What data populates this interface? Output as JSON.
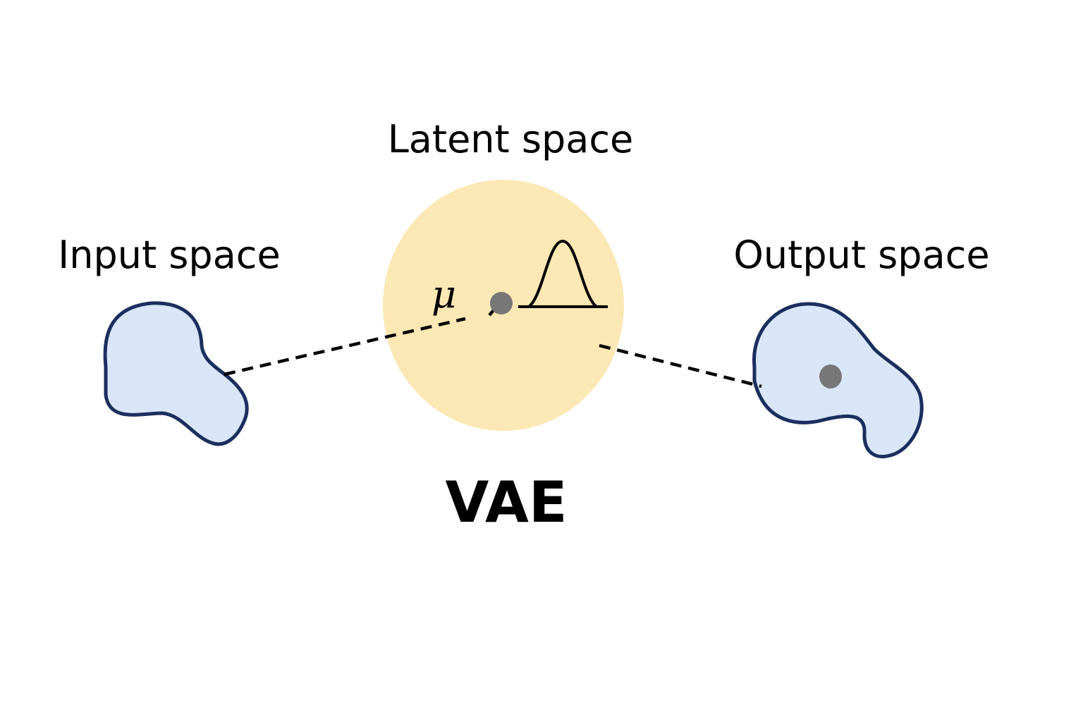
{
  "labels": {
    "latent_space": "Latent space",
    "input_space": "Input space",
    "output_space": "Output space",
    "model_name": "VAE",
    "mu_symbol": "μ"
  },
  "colors": {
    "background": "#ffffff",
    "latent_fill": "#fce8b4",
    "blob_fill": "#d9e6f8",
    "blob_stroke": "#1b2f5e",
    "point_fill": "#777777",
    "line_color": "#000000"
  },
  "icons": {
    "distribution": "gaussian-curve-icon"
  }
}
